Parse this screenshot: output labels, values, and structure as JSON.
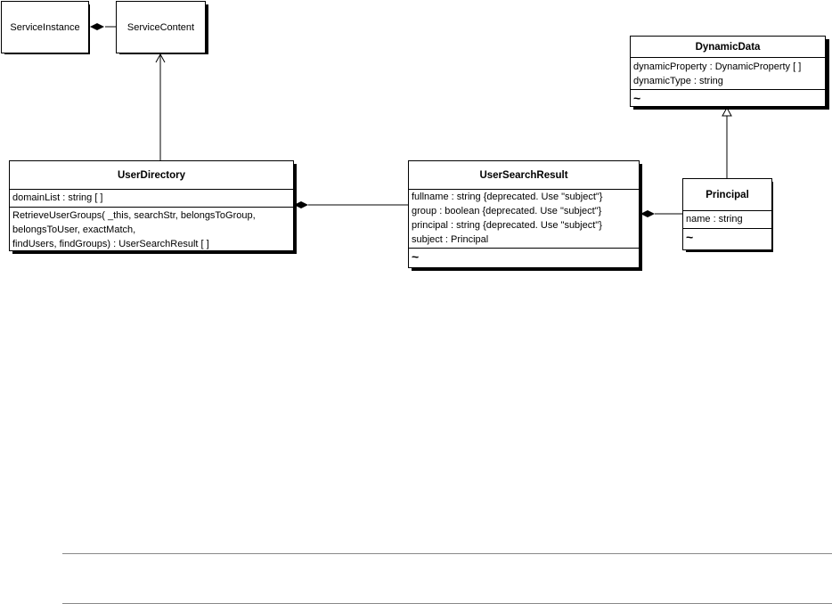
{
  "classes": {
    "service_instance": {
      "name": "ServiceInstance"
    },
    "service_content": {
      "name": "ServiceContent"
    },
    "dynamic_data": {
      "name": "DynamicData",
      "attributes": [
        "dynamicProperty : DynamicProperty [ ]",
        "dynamicType : string"
      ],
      "operations": "~"
    },
    "user_directory": {
      "name": "UserDirectory",
      "attributes": [
        "domainList : string [ ]"
      ],
      "operations": [
        "RetrieveUserGroups( _this, searchStr, belongsToGroup,",
        " belongsToUser, exactMatch,",
        "findUsers, findGroups) : UserSearchResult [ ]"
      ]
    },
    "user_search_result": {
      "name": "UserSearchResult",
      "attributes": [
        "fullname : string {deprecated. Use \"subject\"}",
        "group : boolean {deprecated. Use \"subject\"}",
        "principal : string {deprecated. Use \"subject\"}",
        "subject : Principal"
      ],
      "operations": "~"
    },
    "principal": {
      "name": "Principal",
      "attributes": [
        "name : string"
      ],
      "operations": "~"
    }
  }
}
